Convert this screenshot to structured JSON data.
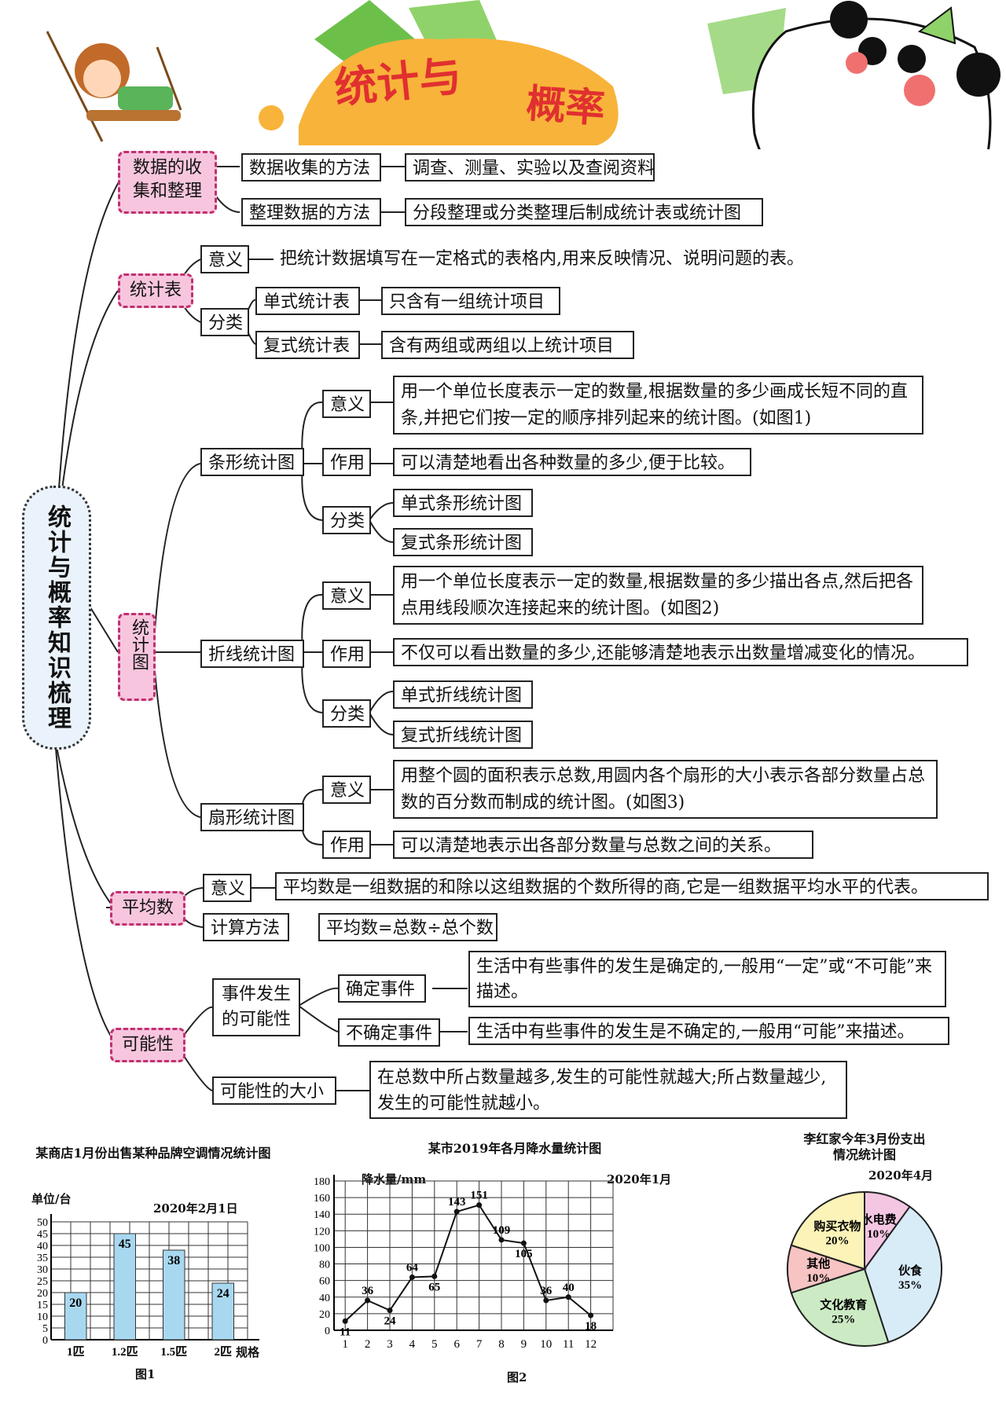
{
  "header": {
    "title_part1": "统计与",
    "title_part2": "概率"
  },
  "side_title": "统计与概率知识梳理",
  "sec1": {
    "label": "数据的收集和整理",
    "rows": [
      {
        "key": "数据收集的方法",
        "value": "调查、测量、实验以及查阅资料"
      },
      {
        "key": "整理数据的方法",
        "value": "分段整理或分类整理后制成统计表或统计图"
      }
    ]
  },
  "sec2": {
    "label": "统计表",
    "meaning_key": "意义",
    "meaning": "把统计数据填写在一定格式的表格内,用来反映情况、说明问题的表。",
    "class_key": "分类",
    "types": [
      {
        "key": "单式统计表",
        "value": "只含有一组统计项目"
      },
      {
        "key": "复式统计表",
        "value": "含有两组或两组以上统计项目"
      }
    ]
  },
  "sec3": {
    "label": "统计图",
    "bar": {
      "name": "条形统计图",
      "meaning_key": "意义",
      "meaning": "用一个单位长度表示一定的数量,根据数量的多少画成长短不同的直条,并把它们按一定的顺序排列起来的统计图。(如图1)",
      "use_key": "作用",
      "use": "可以清楚地看出各种数量的多少,便于比较。",
      "class_key": "分类",
      "types": [
        "单式条形统计图",
        "复式条形统计图"
      ]
    },
    "line": {
      "name": "折线统计图",
      "meaning_key": "意义",
      "meaning": "用一个单位长度表示一定的数量,根据数量的多少描出各点,然后把各点用线段顺次连接起来的统计图。(如图2)",
      "use_key": "作用",
      "use": "不仅可以看出数量的多少,还能够清楚地表示出数量增减变化的情况。",
      "class_key": "分类",
      "types": [
        "单式折线统计图",
        "复式折线统计图"
      ]
    },
    "pie": {
      "name": "扇形统计图",
      "meaning_key": "意义",
      "meaning": "用整个圆的面积表示总数,用圆内各个扇形的大小表示各部分数量占总数的百分数而制成的统计图。(如图3)",
      "use_key": "作用",
      "use": "可以清楚地表示出各部分数量与总数之间的关系。"
    }
  },
  "sec4": {
    "label": "平均数",
    "meaning_key": "意义",
    "meaning": "平均数是一组数据的和除以这组数据的个数所得的商,它是一组数据平均水平的代表。",
    "calc_key": "计算方法",
    "calc": "平均数=总数÷总个数"
  },
  "sec5": {
    "label": "可能性",
    "event_key": "事件发生的可能性",
    "certain_key": "确定事件",
    "certain": "生活中有些事件的发生是确定的,一般用“一定”或“不可能”来描述。",
    "uncertain_key": "不确定事件",
    "uncertain": "生活中有些事件的发生是不确定的,一般用“可能”来描述。",
    "size_key": "可能性的大小",
    "size": "在总数中所占数量越多,发生的可能性就越大;所占数量越少,发生的可能性就越小。"
  },
  "chart_data": [
    {
      "type": "bar",
      "title": "某商店1月份出售某种品牌空调情况统计图",
      "date": "2020年2月1日",
      "ylabel": "单位/台",
      "xlabel": "规格",
      "categories": [
        "1匹",
        "1.2匹",
        "1.5匹",
        "2匹"
      ],
      "values": [
        20,
        45,
        38,
        24
      ],
      "ylim": [
        0,
        50
      ],
      "yticks": [
        0,
        5,
        10,
        15,
        20,
        25,
        30,
        35,
        40,
        45,
        50
      ],
      "caption": "图1",
      "bar_color": "#a8d8f0"
    },
    {
      "type": "line",
      "title": "某市2019年各月降水量统计图",
      "date": "2020年1月",
      "ylabel": "降水量/mm",
      "x": [
        1,
        2,
        3,
        4,
        5,
        6,
        7,
        8,
        9,
        10,
        11,
        12
      ],
      "values": [
        11,
        36,
        24,
        64,
        65,
        143,
        151,
        109,
        105,
        36,
        40,
        18
      ],
      "ylim": [
        0,
        180
      ],
      "yticks": [
        0,
        20,
        40,
        60,
        80,
        100,
        120,
        140,
        160,
        180
      ],
      "caption": "图2"
    },
    {
      "type": "pie",
      "title": "李红家今年3月份支出情况统计图",
      "date": "2020年4月",
      "slices": [
        {
          "label": "水电费",
          "value": 10,
          "pct": "10%",
          "color": "#f4c6e2"
        },
        {
          "label": "伙食",
          "value": 35,
          "pct": "35%",
          "color": "#d8ecf8"
        },
        {
          "label": "文化教育",
          "value": 25,
          "pct": "25%",
          "color": "#ccebc4"
        },
        {
          "label": "其他",
          "value": 10,
          "pct": "10%",
          "color": "#f7c3c3"
        },
        {
          "label": "购买衣物",
          "value": 20,
          "pct": "20%",
          "color": "#fbf3b8"
        }
      ]
    }
  ]
}
